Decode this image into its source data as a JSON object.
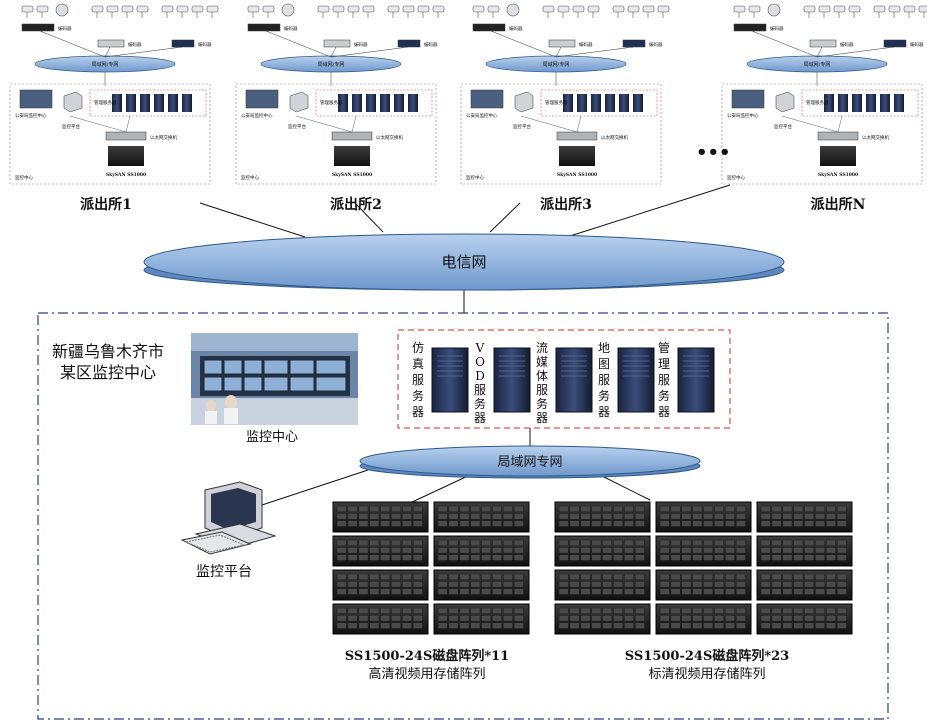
{
  "stations": [
    {
      "label": "派出所1"
    },
    {
      "label": "派出所2"
    },
    {
      "label": "派出所3"
    },
    {
      "label": "派出所N"
    }
  ],
  "station_small_text": {
    "encoder": "编码器",
    "lan": "局域网/专网",
    "public_center": "公安局监控中心",
    "platform": "监控平台",
    "server_group": "管理服务器",
    "switch": "以太网交换机",
    "center": "监控中心",
    "storage": "SkySAN SS1000"
  },
  "ellipsis": "•••",
  "telecom": "电信网",
  "center": {
    "title_line1": "新疆乌鲁木齐市",
    "title_line2": "某区监控中心",
    "photo_caption": "监控中心",
    "lan": "局域网专网",
    "platform_label": "监控平台"
  },
  "servers": [
    {
      "label": "仿真服务器"
    },
    {
      "label": "VOD服务器"
    },
    {
      "label": "流媒体服务器"
    },
    {
      "label": "地图服务器"
    },
    {
      "label": "管理服务器"
    }
  ],
  "storage_groups": [
    {
      "line1": "SS1500-24S磁盘阵列*11",
      "line2": "高清视频用存储阵列"
    },
    {
      "line1": "SS1500-24S磁盘阵列*23",
      "line2": "标清视频用存储阵列"
    }
  ],
  "colors": {
    "ellipse_fill": "#8fb3de",
    "ellipse_stroke": "#2e5a8c",
    "dashed_red": "#d9534f",
    "dashdot_blue": "#2a3f8f"
  }
}
